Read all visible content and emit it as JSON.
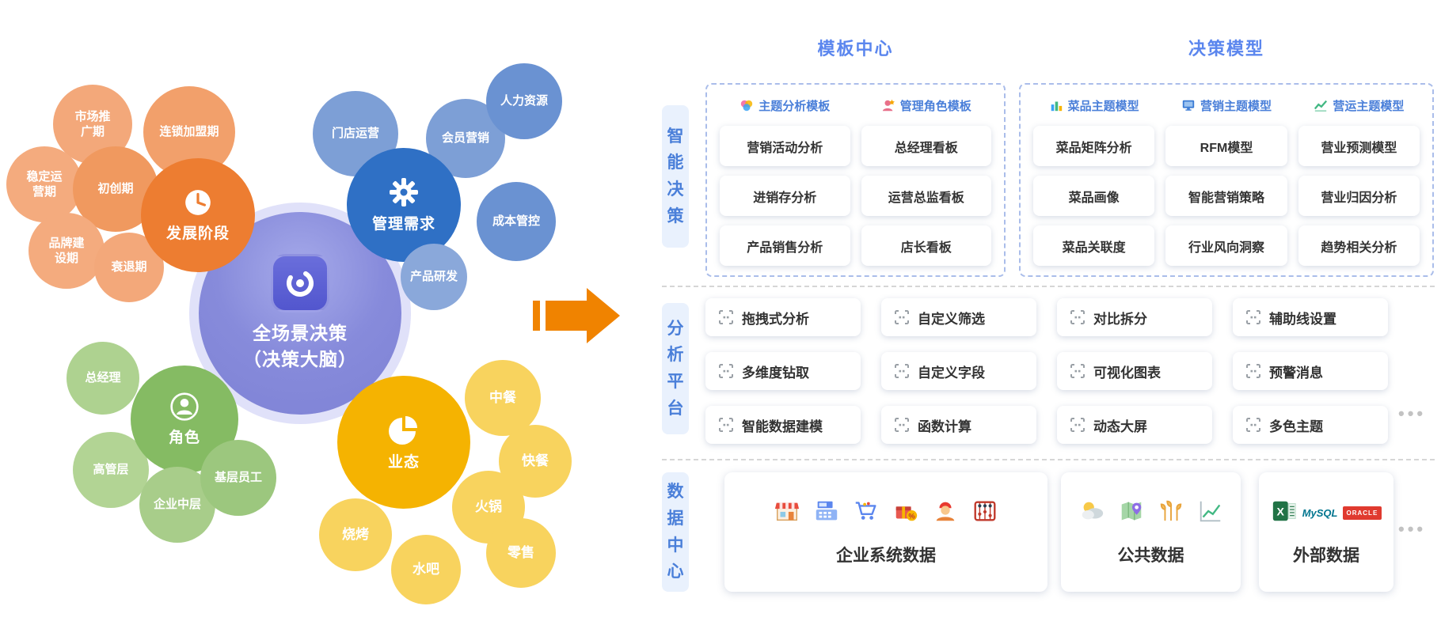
{
  "colors": {
    "center_purple": "#8488d9",
    "stage_orange": "#ed7d31",
    "management_blue": "#2f70c5",
    "role_green": "#85bb63",
    "business_yellow": "#f5b301",
    "arrow_orange": "#f08300",
    "accent_blue": "#5b86ee",
    "label_blue": "#4a7fd9"
  },
  "left": {
    "center": {
      "line1": "全场景决策",
      "line2": "（决策大脑）",
      "icon": "decision-brain-app-icon"
    },
    "clusters": {
      "stage": {
        "label": "发展阶段",
        "icon": "clock-icon",
        "satellites": [
          "市场推广期",
          "连锁加盟期",
          "稳定运营期",
          "初创期",
          "品牌建设期",
          "衰退期"
        ]
      },
      "management": {
        "label": "管理需求",
        "icon": "gear-icon",
        "satellites": [
          "门店运营",
          "会员营销",
          "人力资源",
          "成本管控",
          "产品研发"
        ]
      },
      "role": {
        "label": "角色",
        "icon": "person-icon",
        "satellites": [
          "总经理",
          "高管层",
          "企业中层",
          "基层员工"
        ]
      },
      "business": {
        "label": "业态",
        "icon": "pie-icon",
        "satellites": [
          "中餐",
          "快餐",
          "火锅",
          "烧烤",
          "水吧",
          "零售"
        ]
      }
    }
  },
  "right": {
    "section_headers": {
      "template_center": "模板中心",
      "decision_model": "决策模型"
    },
    "intelligent_decision": {
      "label": "智能决策",
      "template_groups": [
        {
          "name": "主题分析模板",
          "icon": "theme-palette-icon",
          "items": [
            "营销活动分析",
            "进销存分析",
            "产品销售分析"
          ]
        },
        {
          "name": "管理角色模板",
          "icon": "person-star-icon",
          "items": [
            "总经理看板",
            "运营总监看板",
            "店长看板"
          ]
        }
      ],
      "model_groups": [
        {
          "name": "菜品主题模型",
          "icon": "bars-chart-icon",
          "items": [
            "菜品矩阵分析",
            "菜品画像",
            "菜品关联度"
          ]
        },
        {
          "name": "营销主题模型",
          "icon": "monitor-icon",
          "items": [
            "RFM模型",
            "智能营销策略",
            "行业风向洞察"
          ]
        },
        {
          "name": "营运主题模型",
          "icon": "trend-line-icon",
          "items": [
            "营业预测模型",
            "营业归因分析",
            "趋势相关分析"
          ]
        }
      ]
    },
    "analysis_platform": {
      "label": "分析平台",
      "item_icon": "scan-frame-icon",
      "items": [
        "拖拽式分析",
        "自定义筛选",
        "对比拆分",
        "辅助线设置",
        "多维度钻取",
        "自定义字段",
        "可视化图表",
        "预警消息",
        "智能数据建模",
        "函数计算",
        "动态大屏",
        "多色主题"
      ],
      "more": "•••"
    },
    "data_center": {
      "label": "数据中心",
      "cards": [
        {
          "label": "企业系统数据",
          "icons": [
            "storefront-icon",
            "cash-register-icon",
            "cart-icon",
            "discount-gift-icon",
            "worker-icon",
            "abacus-icon"
          ]
        },
        {
          "label": "公共数据",
          "icons": [
            "weather-icon",
            "map-pin-icon",
            "wheat-icon",
            "trend-chart-icon"
          ]
        },
        {
          "label": "外部数据",
          "icons": [
            "excel-icon",
            "mysql-logo",
            "oracle-logo"
          ],
          "logos": {
            "mysql": "MySQL",
            "oracle": "ORACLE"
          }
        }
      ],
      "more": "•••"
    }
  }
}
